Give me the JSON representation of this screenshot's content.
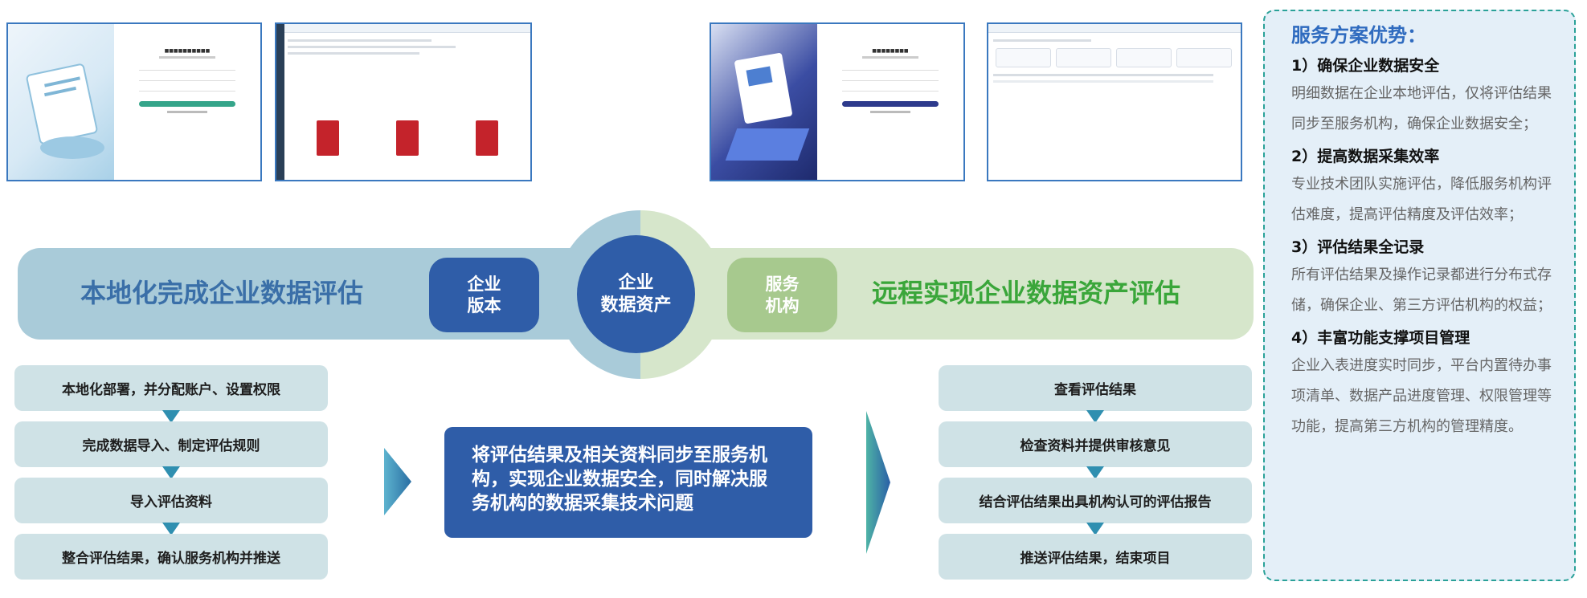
{
  "band": {
    "left_title": "本地化完成企业数据评估",
    "right_title": "远程实现企业数据资产评估",
    "left_pill": "企业\n版本",
    "right_pill": "服务\n机构",
    "center": "企业\n数据资产"
  },
  "left_steps": [
    "本地化部署，并分配账户、设置权限",
    "完成数据导入、制定评估规则",
    "导入评估资料",
    "整合评估结果，确认服务机构并推送"
  ],
  "center_message": "将评估结果及相关资料同步至服务机构，实现企业数据安全，同时解决服务机构的数据采集技术问题",
  "right_steps": [
    "查看评估结果",
    "检查资料并提供审核意见",
    "结合评估结果出具机构认可的评估报告",
    "推送评估结果，结束项目"
  ],
  "panel": {
    "title": "服务方案优势：",
    "advantages": [
      {
        "heading": "1）确保企业数据安全",
        "text": "明细数据在企业本地评估，仅将评估结果同步至服务机构，确保企业数据安全；"
      },
      {
        "heading": "2）提高数据采集效率",
        "text": "专业技术团队实施评估，降低服务机构评估难度，提高评估精度及评估效率；"
      },
      {
        "heading": "3）评估结果全记录",
        "text": "所有评估结果及操作记录都进行分布式存储，确保企业、第三方评估机构的权益；"
      },
      {
        "heading": "4）丰富功能支撑项目管理",
        "text": "企业入表进度实时同步，平台内置待办事项清单、数据产品进度管理、权限管理等功能，提高第三方机构的管理精度。"
      }
    ]
  },
  "colors": {
    "left_band": "#a9cbd9",
    "right_band": "#d6e6cb",
    "core": "#2f5da8",
    "left_title": "#3a6fa8",
    "right_title": "#3aa63a",
    "step_bg": "#cfe2e6",
    "panel_title": "#2f6bbf"
  },
  "icons": {
    "flow_arrow": "chevron-right-icon",
    "step_arrow": "triangle-down-icon"
  }
}
